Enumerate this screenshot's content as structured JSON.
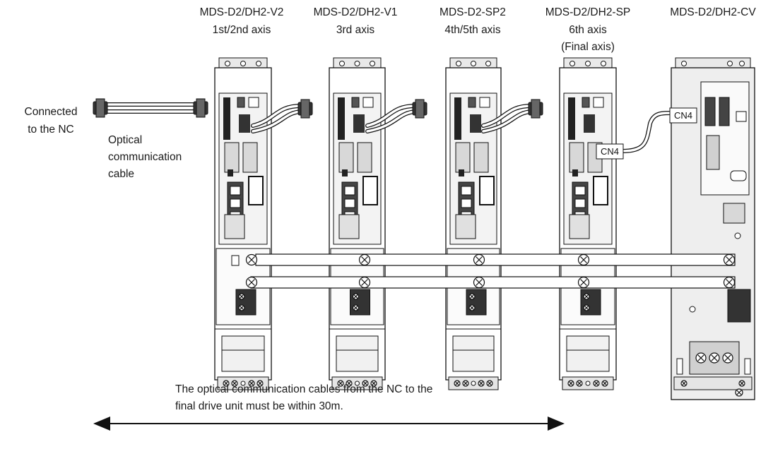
{
  "units": [
    {
      "model": "MDS-D2/DH2-V2",
      "axis": "1st/2nd axis",
      "note": ""
    },
    {
      "model": "MDS-D2/DH2-V1",
      "axis": "3rd axis",
      "note": ""
    },
    {
      "model": "MDS-D2-SP2",
      "axis": "4th/5th axis",
      "note": ""
    },
    {
      "model": "MDS-D2/DH2-SP",
      "axis": "6th axis",
      "note": "(Final axis)"
    },
    {
      "model": "MDS-D2/DH2-CV",
      "axis": "",
      "note": ""
    }
  ],
  "nc_label": [
    "Connected",
    "to the NC"
  ],
  "cable_label": [
    "Optical",
    "communication",
    "cable"
  ],
  "connector_labels": {
    "sp_port": "CN4",
    "cv_port": "CN4"
  },
  "note": [
    "The optical communication cables from the NC to the",
    "final drive unit must be within 30m."
  ]
}
